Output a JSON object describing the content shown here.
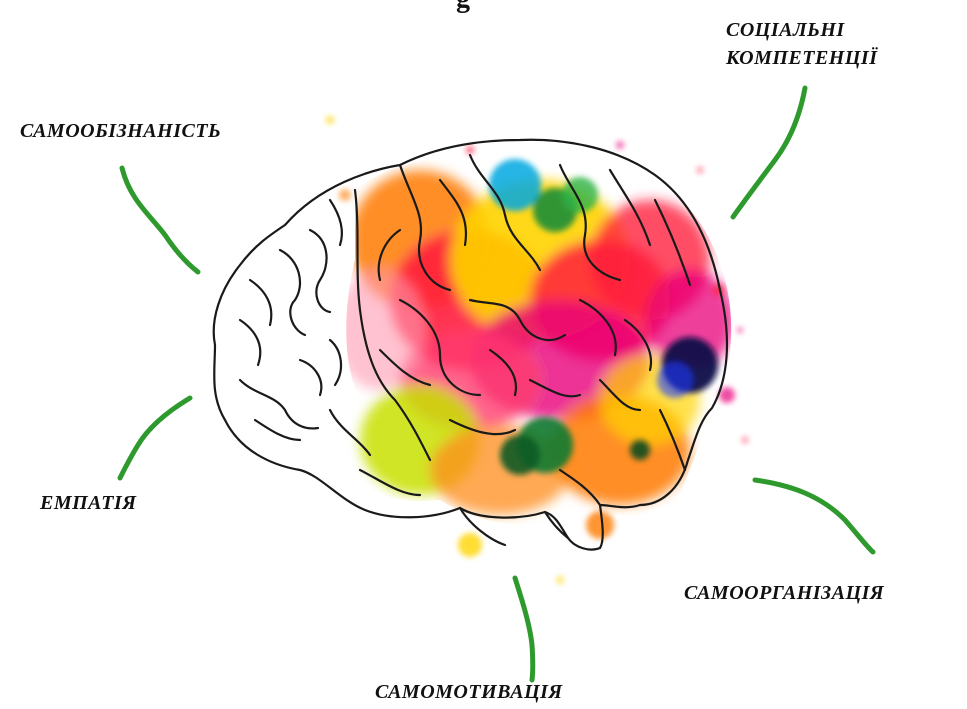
{
  "header": {
    "cutoff_text": "g"
  },
  "labels": {
    "social": [
      "СОЦІАЛЬНІ",
      "КОМПЕТЕНЦІЇ"
    ],
    "self_awareness": "САМООБІЗНАНІСТЬ",
    "empathy": "ЕМПАТІЯ",
    "self_organization": "САМООРГАНІЗАЦІЯ",
    "self_motivation": "САМОМОТИВАЦІЯ"
  },
  "colors": {
    "connector": "#2e9a2e",
    "outline": "#1a1a1a",
    "paint": [
      "#ff1f3d",
      "#ffd400",
      "#ff7a00",
      "#e8007a",
      "#00a8e0",
      "#0a8a3a",
      "#0a0a4a",
      "#c8e000"
    ]
  },
  "icons": {
    "brain": "brain-illustration"
  }
}
